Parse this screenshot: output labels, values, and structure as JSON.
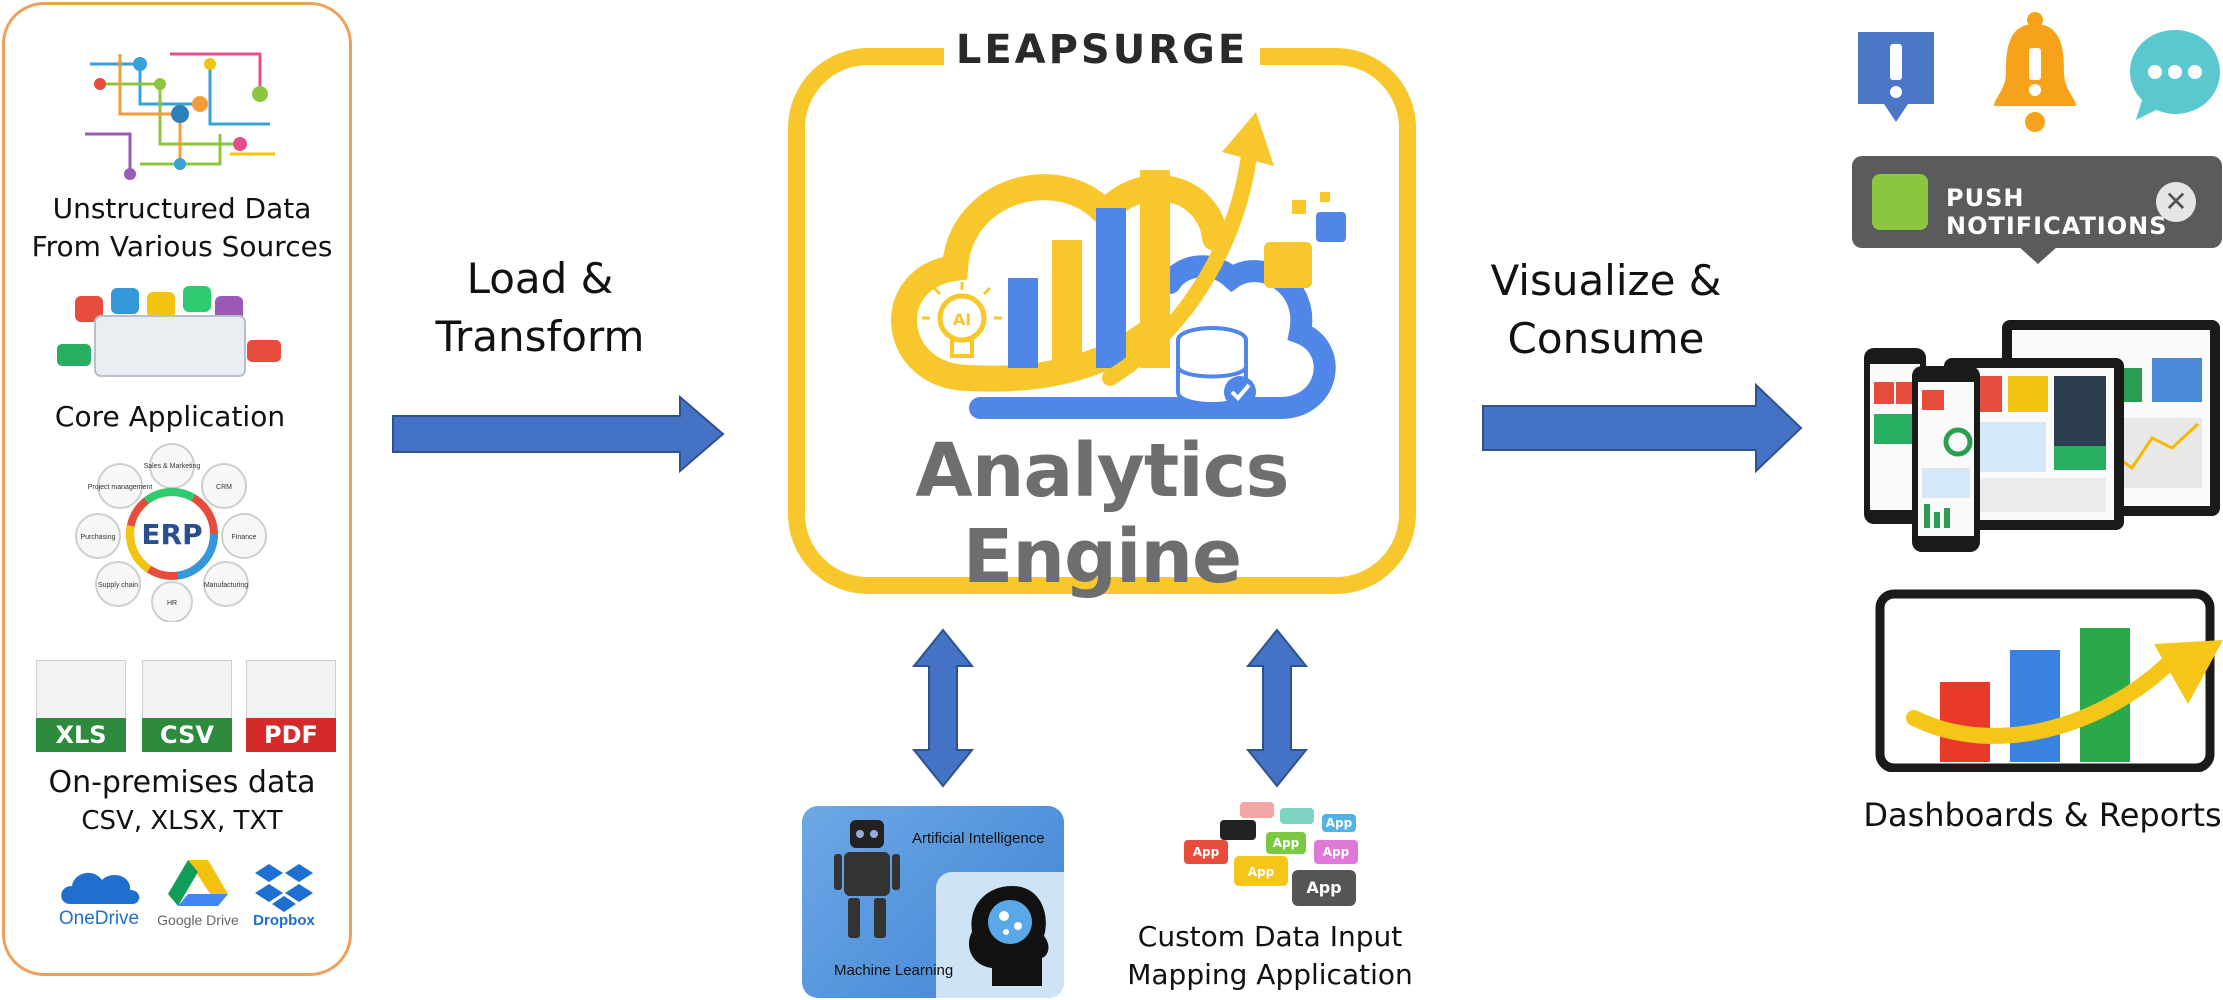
{
  "sources": {
    "unstructured_label": "Unstructured Data\nFrom Various Sources",
    "core_app_label": "Core Application",
    "erp": {
      "center": "ERP",
      "modules": [
        "Sales & Marketing",
        "CRM",
        "Finance",
        "Manufacturing",
        "HR",
        "Supply chain",
        "Purchasing",
        "Project management"
      ]
    },
    "file_types": [
      {
        "label": "XLS",
        "color": "#2e8b3d"
      },
      {
        "label": "CSV",
        "color": "#2e8b3d"
      },
      {
        "label": "PDF",
        "color": "#d42a2a"
      }
    ],
    "onprem_title": "On-premises data",
    "onprem_formats": "CSV, XLSX, TXT",
    "clouds": [
      {
        "name": "OneDrive",
        "color": "#1f6fd0"
      },
      {
        "name": "Google Drive",
        "color": "#666666"
      },
      {
        "name": "Dropbox",
        "color": "#1f6fd0"
      }
    ]
  },
  "flow": {
    "load_label": "Load &\nTransform",
    "visualize_label": "Visualize &\nConsume",
    "arrow_color": "#4472c4"
  },
  "engine": {
    "brand": "LEAPSURGE",
    "title": "Analytics Engine",
    "ai_bulb": "AI",
    "frame_color": "#f7c72b",
    "blue": "#4f86e8"
  },
  "modules": {
    "ai_label": "Artificial Intelligence",
    "ml_label": "Machine Learning",
    "app_tile": "App",
    "custom_label": "Custom Data Input\nMapping Application"
  },
  "outputs": {
    "push_label": "PUSH NOTIFICATIONS",
    "dashboards_label": "Dashboards & Reports"
  }
}
